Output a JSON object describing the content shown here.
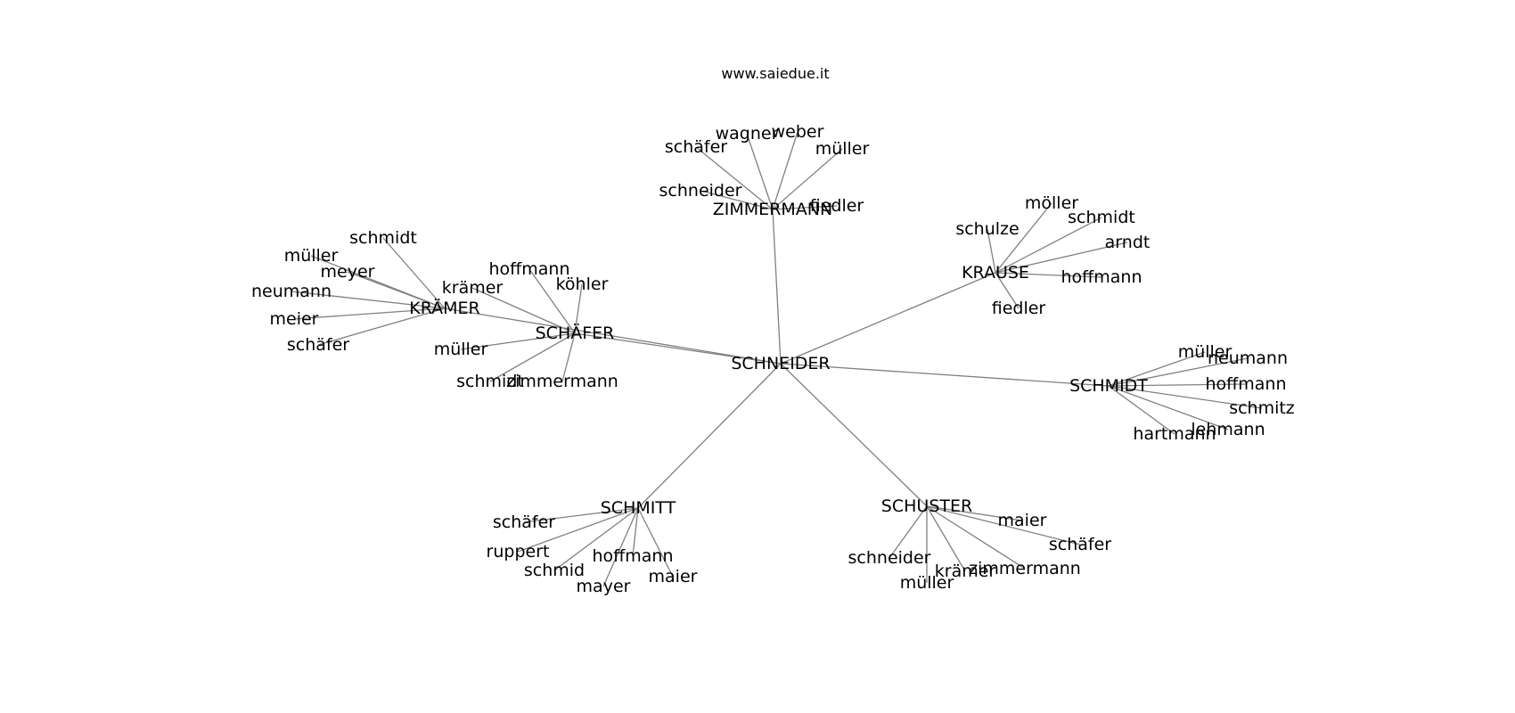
{
  "header": {
    "subtitle": "www.saiedue.it"
  },
  "colors": {
    "edge": "#808080",
    "text": "#000000",
    "background": "#ffffff"
  },
  "graph": {
    "root": "SCHNEIDER",
    "groups": [
      {
        "hub": "ZIMMERMANN",
        "leaves": [
          "schäfer",
          "wagner",
          "weber",
          "müller",
          "schneider",
          "fiedler"
        ]
      },
      {
        "hub": "KRAUSE",
        "leaves": [
          "schulze",
          "möller",
          "schmidt",
          "arndt",
          "hoffmann",
          "fiedler"
        ]
      },
      {
        "hub": "KRÄMER",
        "leaves": [
          "schmidt",
          "müller",
          "meyer",
          "neumann",
          "meier",
          "schäfer"
        ]
      },
      {
        "hub": "SCHÄFER",
        "leaves": [
          "hoffmann",
          "köhler",
          "krämer",
          "müller",
          "schmidt",
          "zimmermann"
        ]
      },
      {
        "hub": "SCHMIDT",
        "leaves": [
          "müller",
          "neumann",
          "hoffmann",
          "schmitz",
          "lehmann",
          "hartmann"
        ]
      },
      {
        "hub": "SCHMITT",
        "leaves": [
          "schäfer",
          "ruppert",
          "schmid",
          "hoffmann",
          "mayer",
          "maier"
        ]
      },
      {
        "hub": "SCHUSTER",
        "leaves": [
          "maier",
          "schäfer",
          "schneider",
          "zimmermann",
          "krämer",
          "müller"
        ]
      }
    ]
  }
}
